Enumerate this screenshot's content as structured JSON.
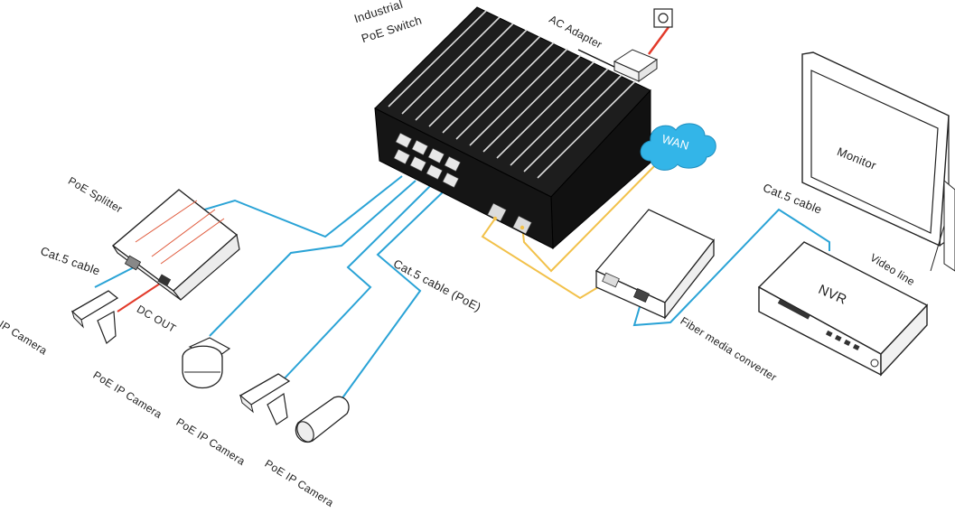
{
  "labels": {
    "switch": [
      "Industrial",
      "PoE Switch"
    ],
    "ac_adapter": "AC Adapter",
    "wan": "WAN",
    "monitor": "Monitor",
    "cat5_cable_top": "Cat.5 cable",
    "video_line": "Video line",
    "nvr": "NVR",
    "fiber_media_converter": "Fiber media converter",
    "cat5_cable_poe": "Cat.5 cable (PoE)",
    "poe_splitter": "PoE Splitter",
    "cat5_cable_left": "Cat.5 cable",
    "dc_out": "DC OUT",
    "ip_camera": "IP Camera",
    "poe_ip_camera_1": "PoE IP Camera",
    "poe_ip_camera_2": "PoE IP Camera",
    "poe_ip_camera_3": "PoE IP Camera"
  },
  "colors": {
    "poe_cable": "#2aa3d6",
    "fiber_cable": "#f2c14a",
    "power_cable": "#e23a2a",
    "wan_cloud": "#33b5e8",
    "switch_body": "#151515",
    "outline": "#222222"
  }
}
